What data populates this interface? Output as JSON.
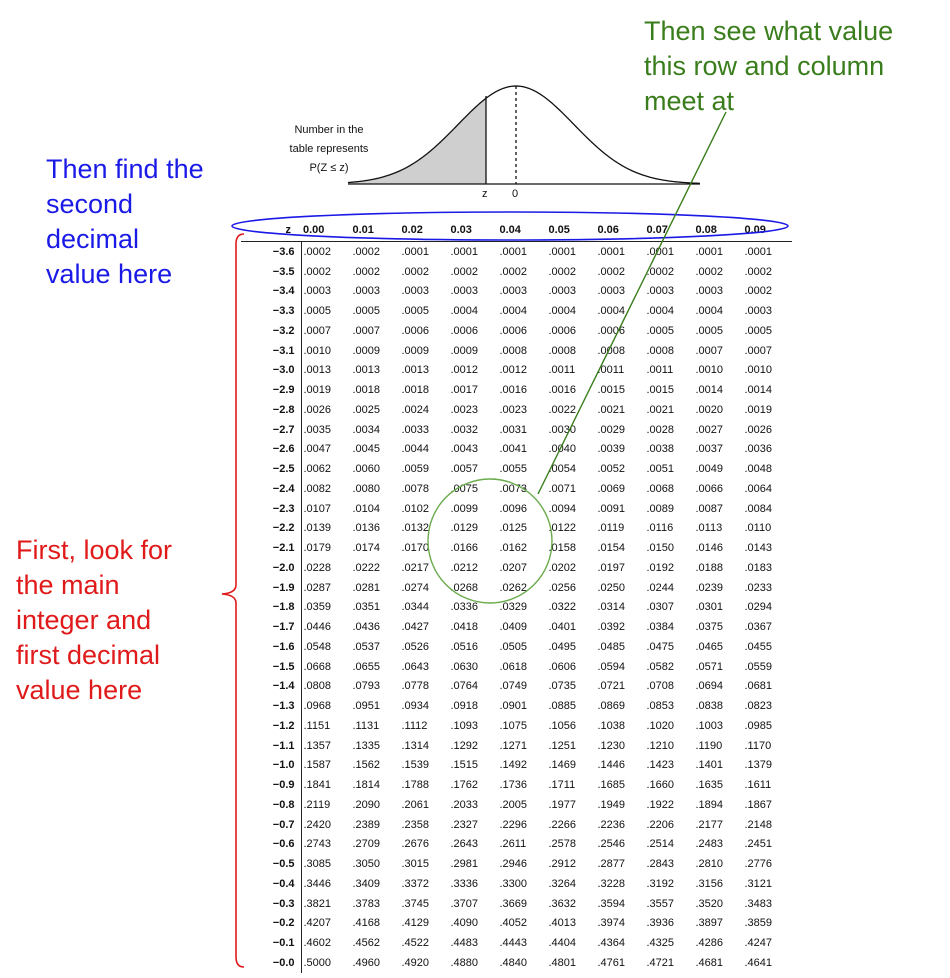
{
  "annotations": {
    "green": [
      "Then see what value",
      "this row and column",
      "meet at"
    ],
    "blue": [
      "Then find the",
      "second",
      "decimal",
      "value here"
    ],
    "red": [
      "First, look for",
      "the main",
      "integer and",
      "first decimal",
      "value here"
    ]
  },
  "colors": {
    "green": "#3a7d1c",
    "blue": "#1a1ae6",
    "red": "#e01a1a",
    "ink": "#111111",
    "shade": "#cfcfcf"
  },
  "curve": {
    "caption": [
      "Number in the",
      "table represents",
      "P(Z ≤ z)"
    ],
    "z_label": "z",
    "zero_label": "0"
  },
  "table": {
    "z_header": "z",
    "columns": [
      "0.00",
      "0.01",
      "0.02",
      "0.03",
      "0.04",
      "0.05",
      "0.06",
      "0.07",
      "0.08",
      "0.09"
    ],
    "rows": [
      {
        "z": "−3.6",
        "v": [
          ".0002",
          ".0002",
          ".0001",
          ".0001",
          ".0001",
          ".0001",
          ".0001",
          ".0001",
          ".0001",
          ".0001"
        ]
      },
      {
        "z": "−3.5",
        "v": [
          ".0002",
          ".0002",
          ".0002",
          ".0002",
          ".0002",
          ".0002",
          ".0002",
          ".0002",
          ".0002",
          ".0002"
        ]
      },
      {
        "z": "−3.4",
        "v": [
          ".0003",
          ".0003",
          ".0003",
          ".0003",
          ".0003",
          ".0003",
          ".0003",
          ".0003",
          ".0003",
          ".0002"
        ]
      },
      {
        "z": "−3.3",
        "v": [
          ".0005",
          ".0005",
          ".0005",
          ".0004",
          ".0004",
          ".0004",
          ".0004",
          ".0004",
          ".0004",
          ".0003"
        ]
      },
      {
        "z": "−3.2",
        "v": [
          ".0007",
          ".0007",
          ".0006",
          ".0006",
          ".0006",
          ".0006",
          ".0006",
          ".0005",
          ".0005",
          ".0005"
        ]
      },
      {
        "z": "−3.1",
        "v": [
          ".0010",
          ".0009",
          ".0009",
          ".0009",
          ".0008",
          ".0008",
          ".0008",
          ".0008",
          ".0007",
          ".0007"
        ]
      },
      {
        "z": "−3.0",
        "v": [
          ".0013",
          ".0013",
          ".0013",
          ".0012",
          ".0012",
          ".0011",
          ".0011",
          ".0011",
          ".0010",
          ".0010"
        ]
      },
      {
        "z": "−2.9",
        "v": [
          ".0019",
          ".0018",
          ".0018",
          ".0017",
          ".0016",
          ".0016",
          ".0015",
          ".0015",
          ".0014",
          ".0014"
        ]
      },
      {
        "z": "−2.8",
        "v": [
          ".0026",
          ".0025",
          ".0024",
          ".0023",
          ".0023",
          ".0022",
          ".0021",
          ".0021",
          ".0020",
          ".0019"
        ]
      },
      {
        "z": "−2.7",
        "v": [
          ".0035",
          ".0034",
          ".0033",
          ".0032",
          ".0031",
          ".0030",
          ".0029",
          ".0028",
          ".0027",
          ".0026"
        ]
      },
      {
        "z": "−2.6",
        "v": [
          ".0047",
          ".0045",
          ".0044",
          ".0043",
          ".0041",
          ".0040",
          ".0039",
          ".0038",
          ".0037",
          ".0036"
        ]
      },
      {
        "z": "−2.5",
        "v": [
          ".0062",
          ".0060",
          ".0059",
          ".0057",
          ".0055",
          ".0054",
          ".0052",
          ".0051",
          ".0049",
          ".0048"
        ]
      },
      {
        "z": "−2.4",
        "v": [
          ".0082",
          ".0080",
          ".0078",
          ".0075",
          ".0073",
          ".0071",
          ".0069",
          ".0068",
          ".0066",
          ".0064"
        ]
      },
      {
        "z": "−2.3",
        "v": [
          ".0107",
          ".0104",
          ".0102",
          ".0099",
          ".0096",
          ".0094",
          ".0091",
          ".0089",
          ".0087",
          ".0084"
        ]
      },
      {
        "z": "−2.2",
        "v": [
          ".0139",
          ".0136",
          ".0132",
          ".0129",
          ".0125",
          ".0122",
          ".0119",
          ".0116",
          ".0113",
          ".0110"
        ]
      },
      {
        "z": "−2.1",
        "v": [
          ".0179",
          ".0174",
          ".0170",
          ".0166",
          ".0162",
          ".0158",
          ".0154",
          ".0150",
          ".0146",
          ".0143"
        ]
      },
      {
        "z": "−2.0",
        "v": [
          ".0228",
          ".0222",
          ".0217",
          ".0212",
          ".0207",
          ".0202",
          ".0197",
          ".0192",
          ".0188",
          ".0183"
        ]
      },
      {
        "z": "−1.9",
        "v": [
          ".0287",
          ".0281",
          ".0274",
          ".0268",
          ".0262",
          ".0256",
          ".0250",
          ".0244",
          ".0239",
          ".0233"
        ]
      },
      {
        "z": "−1.8",
        "v": [
          ".0359",
          ".0351",
          ".0344",
          ".0336",
          ".0329",
          ".0322",
          ".0314",
          ".0307",
          ".0301",
          ".0294"
        ]
      },
      {
        "z": "−1.7",
        "v": [
          ".0446",
          ".0436",
          ".0427",
          ".0418",
          ".0409",
          ".0401",
          ".0392",
          ".0384",
          ".0375",
          ".0367"
        ]
      },
      {
        "z": "−1.6",
        "v": [
          ".0548",
          ".0537",
          ".0526",
          ".0516",
          ".0505",
          ".0495",
          ".0485",
          ".0475",
          ".0465",
          ".0455"
        ]
      },
      {
        "z": "−1.5",
        "v": [
          ".0668",
          ".0655",
          ".0643",
          ".0630",
          ".0618",
          ".0606",
          ".0594",
          ".0582",
          ".0571",
          ".0559"
        ]
      },
      {
        "z": "−1.4",
        "v": [
          ".0808",
          ".0793",
          ".0778",
          ".0764",
          ".0749",
          ".0735",
          ".0721",
          ".0708",
          ".0694",
          ".0681"
        ]
      },
      {
        "z": "−1.3",
        "v": [
          ".0968",
          ".0951",
          ".0934",
          ".0918",
          ".0901",
          ".0885",
          ".0869",
          ".0853",
          ".0838",
          ".0823"
        ]
      },
      {
        "z": "−1.2",
        "v": [
          ".1151",
          ".1131",
          ".1112",
          ".1093",
          ".1075",
          ".1056",
          ".1038",
          ".1020",
          ".1003",
          ".0985"
        ]
      },
      {
        "z": "−1.1",
        "v": [
          ".1357",
          ".1335",
          ".1314",
          ".1292",
          ".1271",
          ".1251",
          ".1230",
          ".1210",
          ".1190",
          ".1170"
        ]
      },
      {
        "z": "−1.0",
        "v": [
          ".1587",
          ".1562",
          ".1539",
          ".1515",
          ".1492",
          ".1469",
          ".1446",
          ".1423",
          ".1401",
          ".1379"
        ]
      },
      {
        "z": "−0.9",
        "v": [
          ".1841",
          ".1814",
          ".1788",
          ".1762",
          ".1736",
          ".1711",
          ".1685",
          ".1660",
          ".1635",
          ".1611"
        ]
      },
      {
        "z": "−0.8",
        "v": [
          ".2119",
          ".2090",
          ".2061",
          ".2033",
          ".2005",
          ".1977",
          ".1949",
          ".1922",
          ".1894",
          ".1867"
        ]
      },
      {
        "z": "−0.7",
        "v": [
          ".2420",
          ".2389",
          ".2358",
          ".2327",
          ".2296",
          ".2266",
          ".2236",
          ".2206",
          ".2177",
          ".2148"
        ]
      },
      {
        "z": "−0.6",
        "v": [
          ".2743",
          ".2709",
          ".2676",
          ".2643",
          ".2611",
          ".2578",
          ".2546",
          ".2514",
          ".2483",
          ".2451"
        ]
      },
      {
        "z": "−0.5",
        "v": [
          ".3085",
          ".3050",
          ".3015",
          ".2981",
          ".2946",
          ".2912",
          ".2877",
          ".2843",
          ".2810",
          ".2776"
        ]
      },
      {
        "z": "−0.4",
        "v": [
          ".3446",
          ".3409",
          ".3372",
          ".3336",
          ".3300",
          ".3264",
          ".3228",
          ".3192",
          ".3156",
          ".3121"
        ]
      },
      {
        "z": "−0.3",
        "v": [
          ".3821",
          ".3783",
          ".3745",
          ".3707",
          ".3669",
          ".3632",
          ".3594",
          ".3557",
          ".3520",
          ".3483"
        ]
      },
      {
        "z": "−0.2",
        "v": [
          ".4207",
          ".4168",
          ".4129",
          ".4090",
          ".4052",
          ".4013",
          ".3974",
          ".3936",
          ".3897",
          ".3859"
        ]
      },
      {
        "z": "−0.1",
        "v": [
          ".4602",
          ".4562",
          ".4522",
          ".4483",
          ".4443",
          ".4404",
          ".4364",
          ".4325",
          ".4286",
          ".4247"
        ]
      },
      {
        "z": "−0.0",
        "v": [
          ".5000",
          ".4960",
          ".4920",
          ".4880",
          ".4840",
          ".4801",
          ".4761",
          ".4721",
          ".4681",
          ".4641"
        ]
      }
    ]
  }
}
